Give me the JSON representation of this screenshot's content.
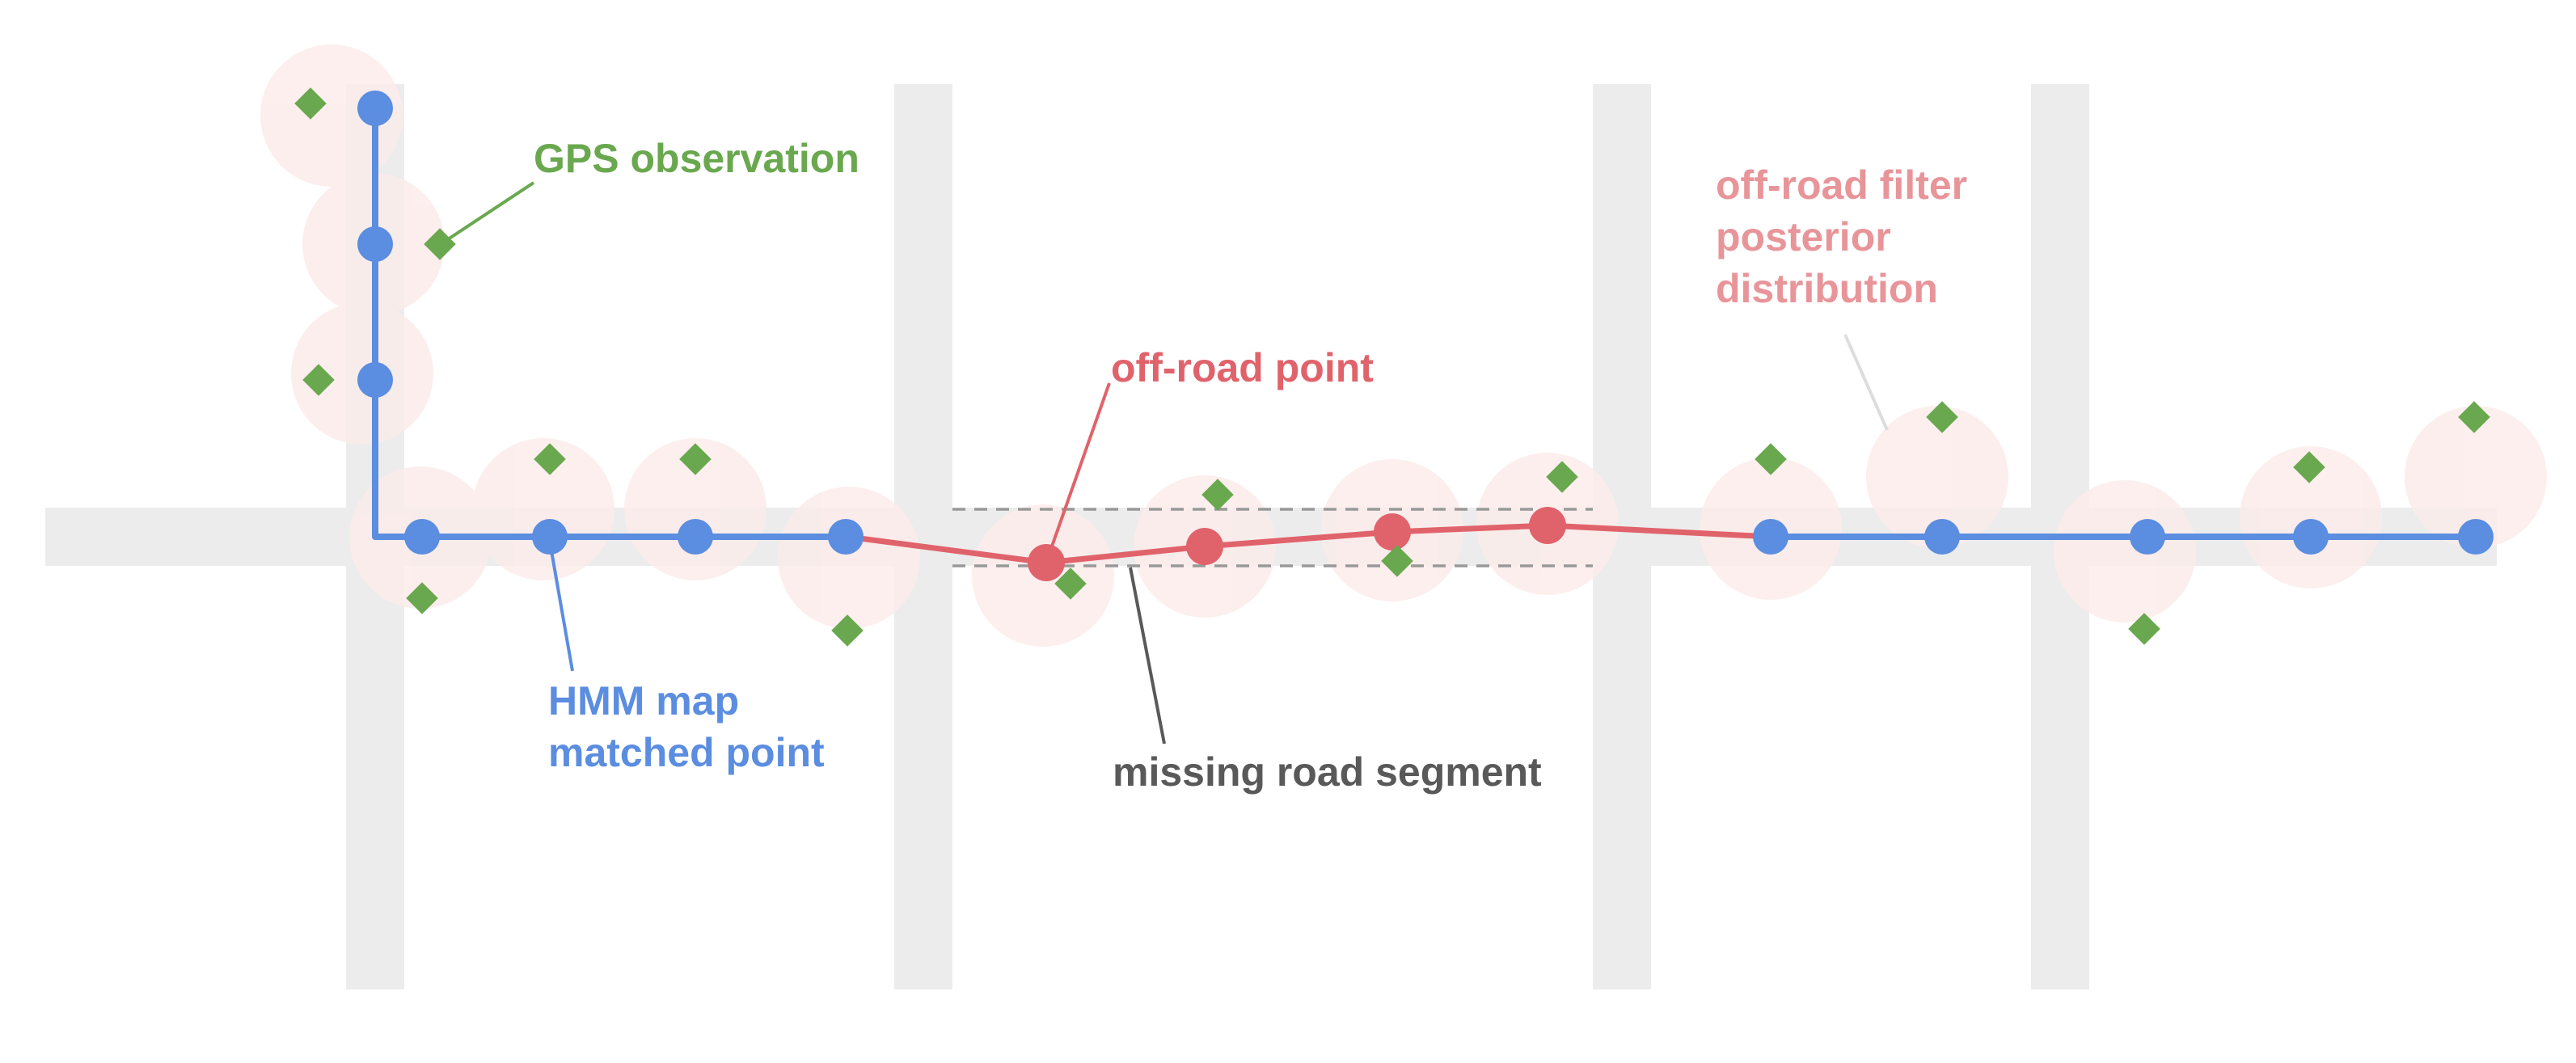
{
  "labels": {
    "gps": "GPS observation",
    "hmm_line1": "HMM map",
    "hmm_line2": "matched point",
    "offroad_point": "off-road point",
    "posterior_line1": "off-road filter",
    "posterior_line2": "posterior",
    "posterior_line3": "distribution",
    "missing_segment": "missing road segment"
  },
  "colors": {
    "road": "#ececec",
    "matched": "#5b8de0",
    "offroad": "#e0636b",
    "gps": "#6aa84f",
    "posterior_fill": "#fbeceb",
    "posterior_text": "#e8959a",
    "missing_text": "#595959",
    "dash": "#999999",
    "leader_light": "#dddddd"
  }
}
